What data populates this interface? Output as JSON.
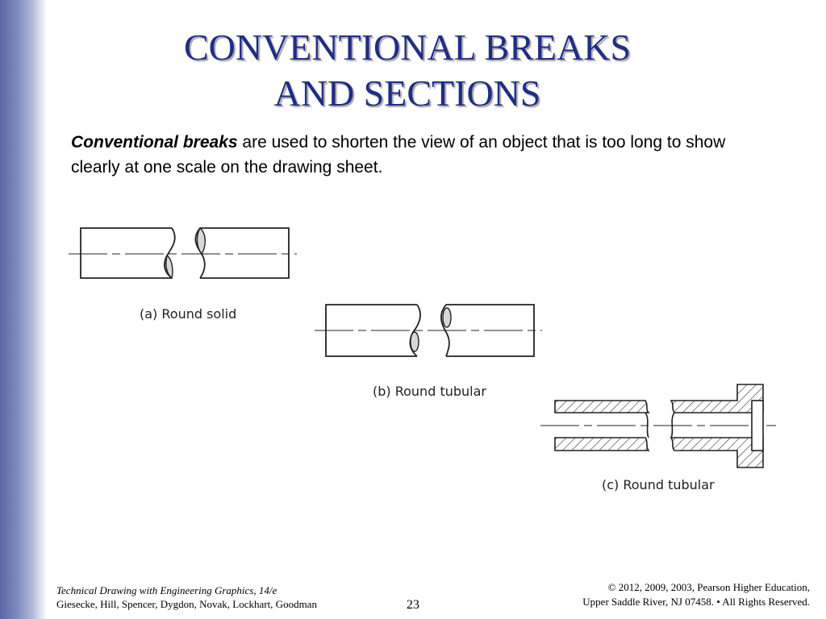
{
  "title": {
    "line1": "CONVENTIONAL BREAKS",
    "line2": "AND SECTIONS"
  },
  "intro": {
    "term": "Conventional breaks",
    "text": " are used to shorten the view of an object that is too long to show clearly at one scale on the drawing sheet."
  },
  "figures": {
    "a": "(a) Round solid",
    "b": "(b) Round tubular",
    "c": "(c) Round tubular"
  },
  "footer": {
    "book_title": "Technical Drawing with Engineering Graphics, 14/e",
    "authors": "Giesecke, Hill, Spencer, Dygdon, Novak, Lockhart, Goodman",
    "page": "23",
    "copyright": "© 2012, 2009, 2003, Pearson Higher Education,",
    "address": "Upper Saddle River, NJ 07458. • All Rights Reserved."
  },
  "colors": {
    "title": "#1f2d86",
    "sidebar": "#5a67a6"
  }
}
